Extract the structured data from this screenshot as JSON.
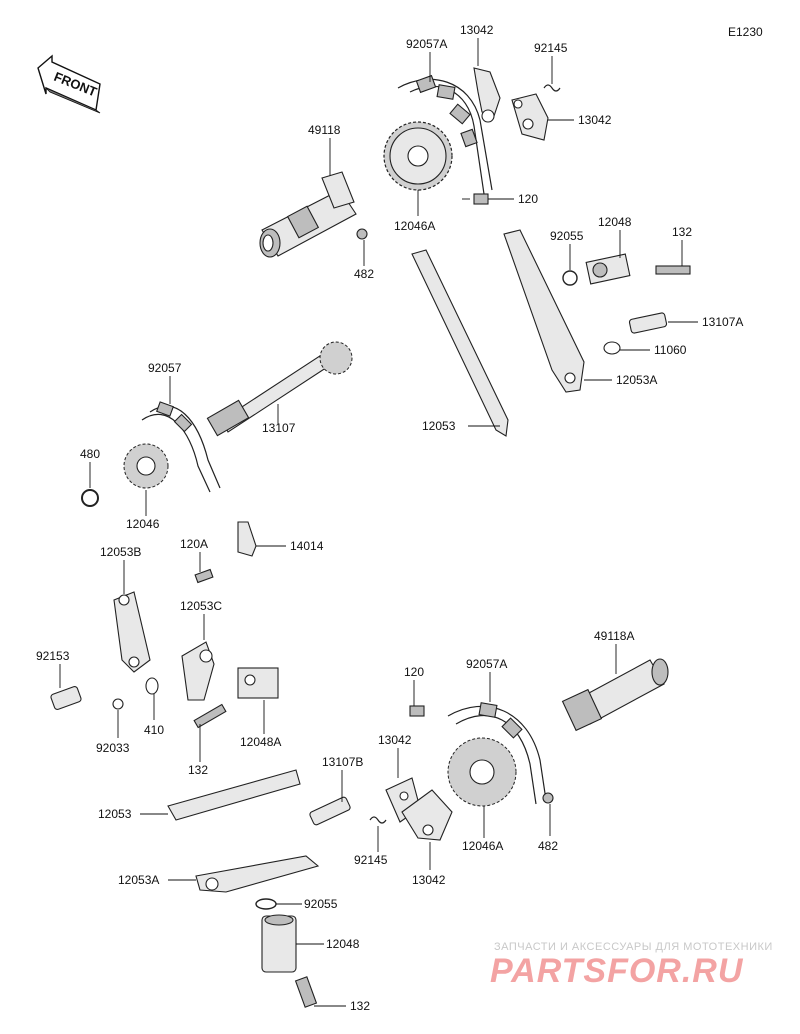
{
  "diagram_code": "E1230",
  "front_label": "FRONT",
  "watermark": {
    "subtitle": "ЗАПЧАСТИ И АКСЕССУАРЫ ДЛЯ МОТОТЕХНИКИ",
    "brand": "PARTSFOR.RU"
  },
  "callouts": {
    "c13042_top": "13042",
    "c92057A_top": "92057A",
    "c92145_top": "92145",
    "c13042_right": "13042",
    "c49118": "49118",
    "c120_top": "120",
    "c12046A_top": "12046A",
    "c482_top": "482",
    "c12048_top": "12048",
    "c92055_top": "92055",
    "c132_top": "132",
    "c13107A_top": "13107A",
    "c11060": "11060",
    "c12053A_top": "12053A",
    "c12053_top": "12053",
    "c92057": "92057",
    "c13107": "13107",
    "c480": "480",
    "c12046": "12046",
    "c120A": "120A",
    "c14014": "14014",
    "c12053B": "12053B",
    "c12053C": "12053C",
    "c92153": "92153",
    "c410": "410",
    "c92033": "92033",
    "c12048A": "12048A",
    "c132_mid": "132",
    "c120_bot": "120",
    "c92057A_bot": "92057A",
    "c49118A": "49118A",
    "c13042_bot1": "13042",
    "c13107B": "13107B",
    "c12053_bot": "12053",
    "c92145_bot": "92145",
    "c12046A_bot": "12046A",
    "c482_bot": "482",
    "c13042_bot2": "13042",
    "c12053A_bot": "12053A",
    "c92055_bot": "92055",
    "c12048_bot": "12048",
    "c132_bot": "132"
  }
}
